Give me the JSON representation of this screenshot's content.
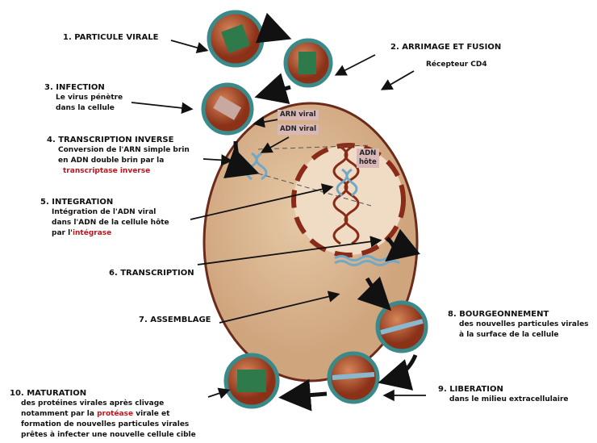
{
  "steps": [
    {
      "title": "1. PARTICULE VIRALE"
    },
    {
      "title": "2. ARRIMAGE ET FUSION",
      "sub": "Récepteur CD4"
    },
    {
      "title": "3. INFECTION",
      "lines": [
        "Le virus pénètre",
        "dans la cellule"
      ]
    },
    {
      "title": "4. TRANSCRIPTION INVERSE",
      "lines": [
        "Conversion de l'ARN simple brin",
        "en ADN double brin par la"
      ],
      "enzyme": "transcriptase inverse"
    },
    {
      "title": "5. INTEGRATION",
      "lines": [
        "Intégration de l'ADN viral",
        "dans l'ADN de la cellule hôte"
      ],
      "prefix": "par l'",
      "enzyme": "intégrase"
    },
    {
      "title": "6. TRANSCRIPTION"
    },
    {
      "title": "7. ASSEMBLAGE"
    },
    {
      "title": "8. BOURGEONNEMENT",
      "lines": [
        "des nouvelles particules virales",
        "à la surface de la cellule"
      ]
    },
    {
      "title": "9. LIBERATION",
      "lines": [
        "dans le milieu extracellulaire"
      ]
    },
    {
      "title": "10. MATURATION",
      "lines": [
        "des protéines virales après clivage",
        "formation de nouvelles particules virales",
        "prêtes à infecter une nouvelle cellule cible"
      ],
      "prefix": "notamment par la ",
      "enzyme": "protéase",
      "suffix": " virale et"
    }
  ],
  "tags": {
    "arn_viral": "ARN viral",
    "adn_viral": "ADN viral",
    "adn_hote_1": "ADN",
    "adn_hote_2": "hôte"
  },
  "colors": {
    "cell": "#d9b48f",
    "membrane": "#6b2a1a",
    "virus_core": "#b0502a",
    "virus_envelope": "#3a8a8a",
    "enzyme": "#c0141c"
  }
}
